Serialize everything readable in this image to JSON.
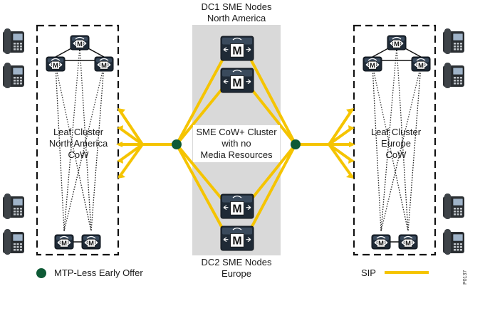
{
  "labels": {
    "dc1_line1": "DC1 SME Nodes",
    "dc1_line2": "North America",
    "dc2_line1": "DC2 SME Nodes",
    "dc2_line2": "Europe",
    "center_line1": "SME CoW+ Cluster",
    "center_line2": "with no",
    "center_line3": "Media Resources",
    "left_line1": "Leaf Cluster",
    "left_line2": "North America",
    "left_line3": "CoW",
    "right_line1": "Leaf Cluster",
    "right_line2": "Europe",
    "right_line3": "CoW"
  },
  "legend": {
    "mtp_label": "MTP-Less Early Offer",
    "sip_label": "SIP"
  },
  "figure_id": "P0137",
  "device_glyph": "M",
  "colors": {
    "sip": "#F5C400",
    "mtp": "#0E5A36",
    "center_bg": "#D9D9D9",
    "node": "#1F2A36",
    "dashed": "#111111"
  },
  "icons": [
    "ip-phone-icon",
    "media-server-icon"
  ]
}
